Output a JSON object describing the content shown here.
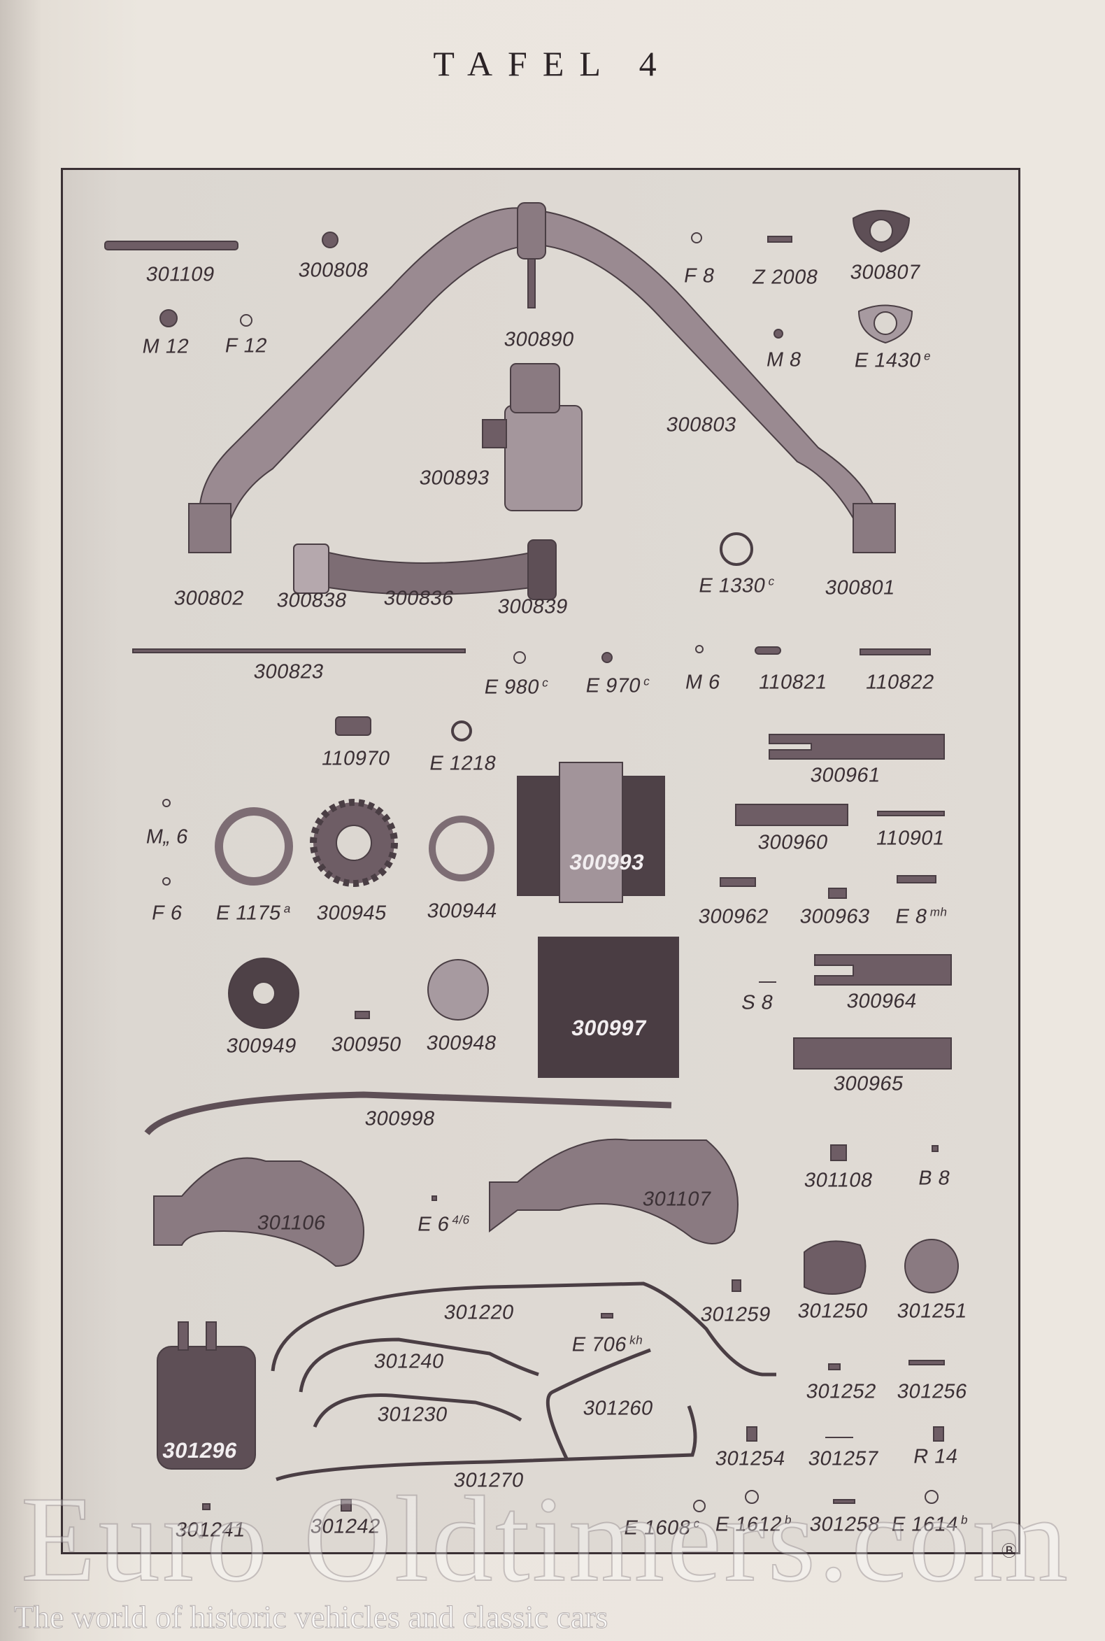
{
  "title": "TAFEL 4",
  "parts": [
    {
      "id": "301109"
    },
    {
      "id": "300808"
    },
    {
      "id": "F 8"
    },
    {
      "id": "Z 2008"
    },
    {
      "id": "300807"
    },
    {
      "id": "M 12"
    },
    {
      "id": "F 12"
    },
    {
      "id": "300890"
    },
    {
      "id": "M 8"
    },
    {
      "id": "E 1430",
      "sup": "e"
    },
    {
      "id": "300803"
    },
    {
      "id": "300893"
    },
    {
      "id": "300802"
    },
    {
      "id": "300838"
    },
    {
      "id": "300836"
    },
    {
      "id": "300839"
    },
    {
      "id": "E 1330",
      "sup": "c"
    },
    {
      "id": "300801"
    },
    {
      "id": "300823"
    },
    {
      "id": "E 980",
      "sup": "c"
    },
    {
      "id": "E 970",
      "sup": "c"
    },
    {
      "id": "M 6"
    },
    {
      "id": "110821"
    },
    {
      "id": "110822"
    },
    {
      "id": "110970"
    },
    {
      "id": "E 1218"
    },
    {
      "id": "300961"
    },
    {
      "id": "M„ 6"
    },
    {
      "id": "110901"
    },
    {
      "id": "300960"
    },
    {
      "id": "300993"
    },
    {
      "id": "F 6"
    },
    {
      "id": "E 1175",
      "sup": "a"
    },
    {
      "id": "300945"
    },
    {
      "id": "300944"
    },
    {
      "id": "300962"
    },
    {
      "id": "300963"
    },
    {
      "id": "E 8",
      "sup": "mh"
    },
    {
      "id": "S 8"
    },
    {
      "id": "300964"
    },
    {
      "id": "300997"
    },
    {
      "id": "300949"
    },
    {
      "id": "300950"
    },
    {
      "id": "300948"
    },
    {
      "id": "300965"
    },
    {
      "id": "300998"
    },
    {
      "id": "301108"
    },
    {
      "id": "B 8"
    },
    {
      "id": "301106"
    },
    {
      "id": "E 6",
      "sup": "4/6"
    },
    {
      "id": "301107"
    },
    {
      "id": "301220"
    },
    {
      "id": "301259"
    },
    {
      "id": "301250"
    },
    {
      "id": "301251"
    },
    {
      "id": "E 706",
      "sup": "kh"
    },
    {
      "id": "301240"
    },
    {
      "id": "301252"
    },
    {
      "id": "301256"
    },
    {
      "id": "301230"
    },
    {
      "id": "301260"
    },
    {
      "id": "301296"
    },
    {
      "id": "301254"
    },
    {
      "id": "301257"
    },
    {
      "id": "R 14"
    },
    {
      "id": "301270"
    },
    {
      "id": "301241"
    },
    {
      "id": "301242"
    },
    {
      "id": "E 1608",
      "sup": "c"
    },
    {
      "id": "E 1612",
      "sup": "b"
    },
    {
      "id": "301258"
    },
    {
      "id": "E 1614",
      "sup": "b"
    }
  ],
  "watermark": "Euro Oldtimers.com",
  "tagline": "The world of historic vehicles and classic cars",
  "colors": {
    "paper": "#ece7e0",
    "plate": "#dcd7d1",
    "ink": "#3b3035",
    "part": "#6e5d65"
  }
}
